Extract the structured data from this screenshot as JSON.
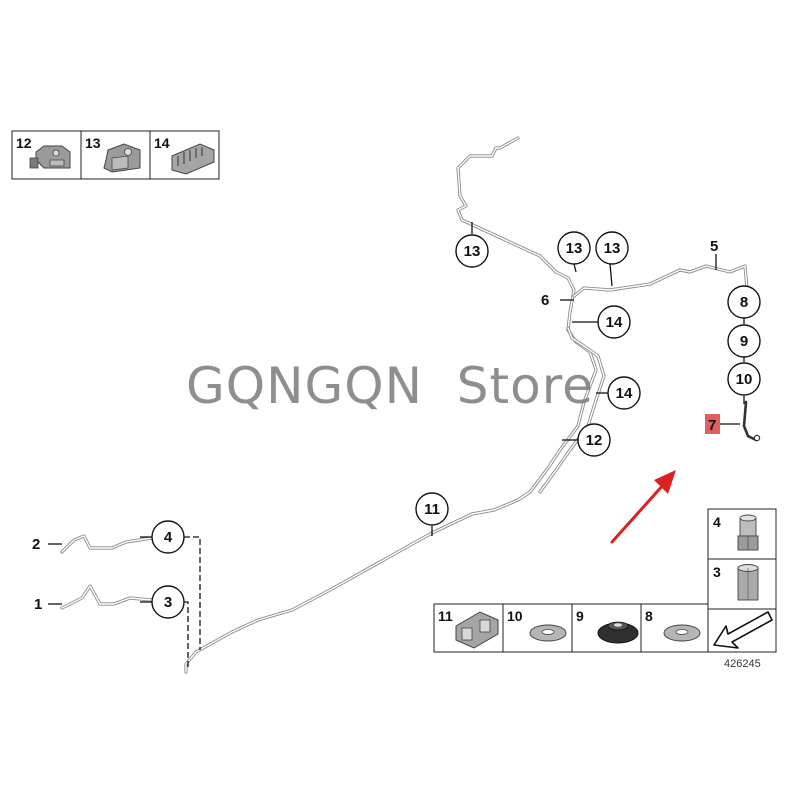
{
  "diagram": {
    "document_number": "426245",
    "watermark": "GQNGQN  Store",
    "callouts": {
      "c13a": "13",
      "c13b": "13",
      "c13c": "13",
      "c14a": "14",
      "c14b": "14",
      "c12": "12",
      "c11": "11",
      "c4": "4",
      "c3": "3",
      "c8": "8",
      "c9": "9",
      "c10": "10"
    },
    "plain_labels": {
      "l5": "5",
      "l6": "6",
      "l2": "2",
      "l1": "1",
      "l7": "7"
    },
    "legend_top": [
      {
        "number": "12"
      },
      {
        "number": "13"
      },
      {
        "number": "14"
      }
    ],
    "legend_right": [
      {
        "number": "4"
      },
      {
        "number": "3"
      }
    ],
    "legend_bottom": [
      {
        "number": "11"
      },
      {
        "number": "10"
      },
      {
        "number": "9"
      },
      {
        "number": "8"
      }
    ],
    "colors": {
      "highlight": "#e06060",
      "arrow": "#e02020",
      "pipe": "#8a8a8a"
    }
  }
}
